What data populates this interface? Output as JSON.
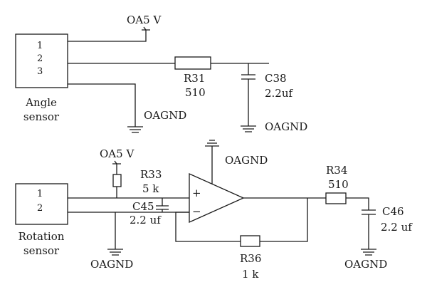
{
  "angle_sensor": {
    "pins": [
      "1",
      "2",
      "3"
    ],
    "label_line1": "Angle",
    "label_line2": "sensor",
    "supply": "OA5 V",
    "gnd_sensor": "OAGND",
    "resistor_name": "R31",
    "resistor_value": "510",
    "cap_name": "C38",
    "cap_value": "2.2uf",
    "gnd_cap": "OAGND"
  },
  "rotation_sensor": {
    "pins": [
      "1",
      "2"
    ],
    "label_line1": "Rotation",
    "label_line2": "sensor",
    "supply": "OA5 V",
    "gnd_sensor": "OAGND",
    "r33_name": "R33",
    "r33_value": "5 k",
    "c45_name": "C45",
    "c45_value": "2.2 uf",
    "opamp_plus": "+",
    "opamp_minus": "−",
    "gnd_opamp": "OAGND",
    "r36_name": "R36",
    "r36_value": "1 k",
    "r34_name": "R34",
    "r34_value": "510",
    "c46_name": "C46",
    "c46_value": "2.2 uf",
    "gnd_c46": "OAGND"
  }
}
